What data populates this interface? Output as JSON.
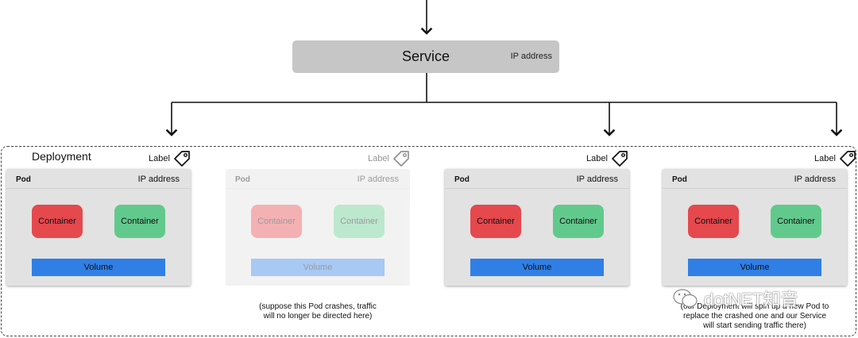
{
  "service": {
    "title": "Service",
    "ip": "IP address"
  },
  "deployment": {
    "title": "Deployment"
  },
  "label_text": "Label",
  "pods": [
    {
      "name": "Pod",
      "ip": "IP address",
      "container1": "Container",
      "container2": "Container",
      "volume": "Volume",
      "state": "normal"
    },
    {
      "name": "Pod",
      "ip": "IP address",
      "container1": "Container",
      "container2": "Container",
      "volume": "Volume",
      "state": "crashed"
    },
    {
      "name": "Pod",
      "ip": "IP address",
      "container1": "Container",
      "container2": "Container",
      "volume": "Volume",
      "state": "normal"
    },
    {
      "name": "Pod",
      "ip": "IP address",
      "container1": "Container",
      "container2": "Container",
      "volume": "Volume",
      "state": "new"
    }
  ],
  "notes": {
    "crash_line1": "(suppose this Pod crashes, traffic",
    "crash_line2": "will no longer be directed here)",
    "new_line1": "(our Deployment will spin up a new Pod to",
    "new_line2": "replace the crashed one and our Service",
    "new_line3": "will start sending traffic there)"
  },
  "watermark": "dotNET知音",
  "colors": {
    "container_red": "#e5484d",
    "container_green": "#62c98c",
    "volume_blue": "#2f7fe6",
    "service_gray": "#c6c6c6"
  }
}
